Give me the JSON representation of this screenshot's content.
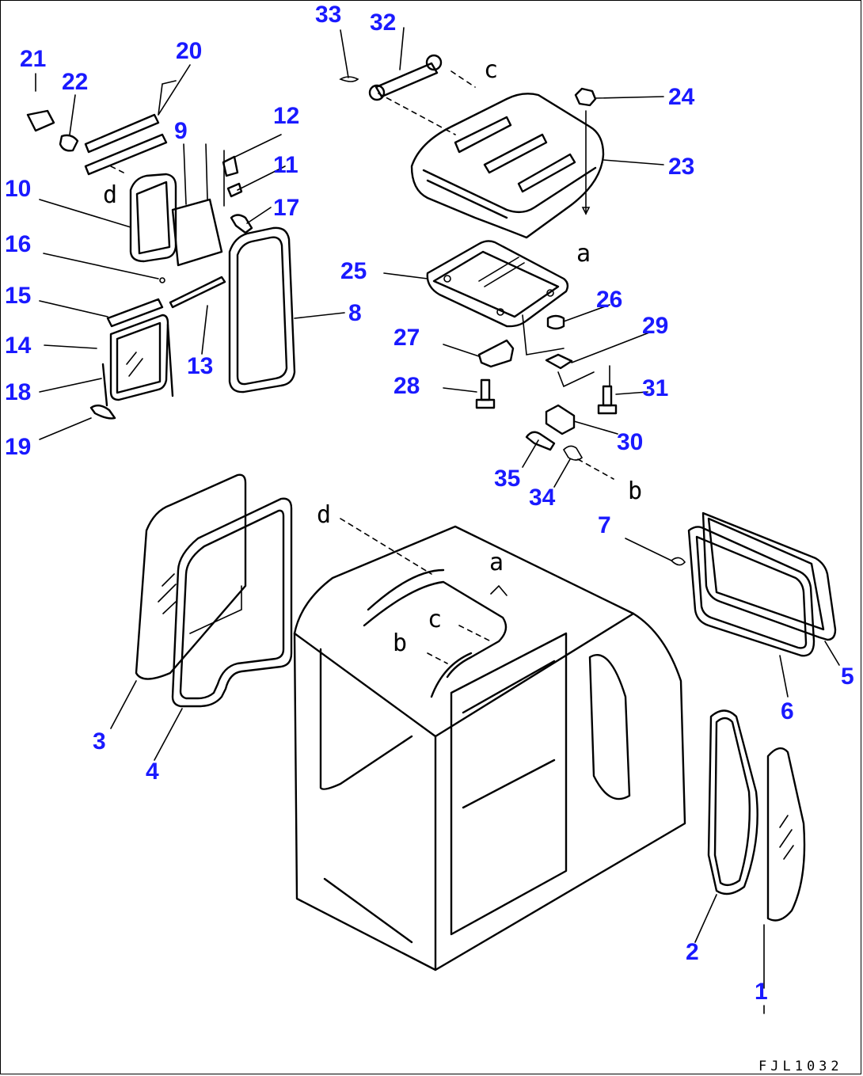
{
  "callouts": [
    "1",
    "2",
    "3",
    "4",
    "5",
    "6",
    "7",
    "8",
    "9",
    "10",
    "11",
    "12",
    "13",
    "14",
    "15",
    "16",
    "17",
    "18",
    "19",
    "20",
    "21",
    "22",
    "23",
    "24",
    "25",
    "26",
    "27",
    "28",
    "29",
    "30",
    "31",
    "32",
    "33",
    "34",
    "35"
  ],
  "reference_letters": [
    "a",
    "b",
    "c",
    "d"
  ],
  "drawing_code": "FJL1032",
  "colors": {
    "callout": "#1a1aff",
    "line": "#000000",
    "background": "#ffffff"
  }
}
